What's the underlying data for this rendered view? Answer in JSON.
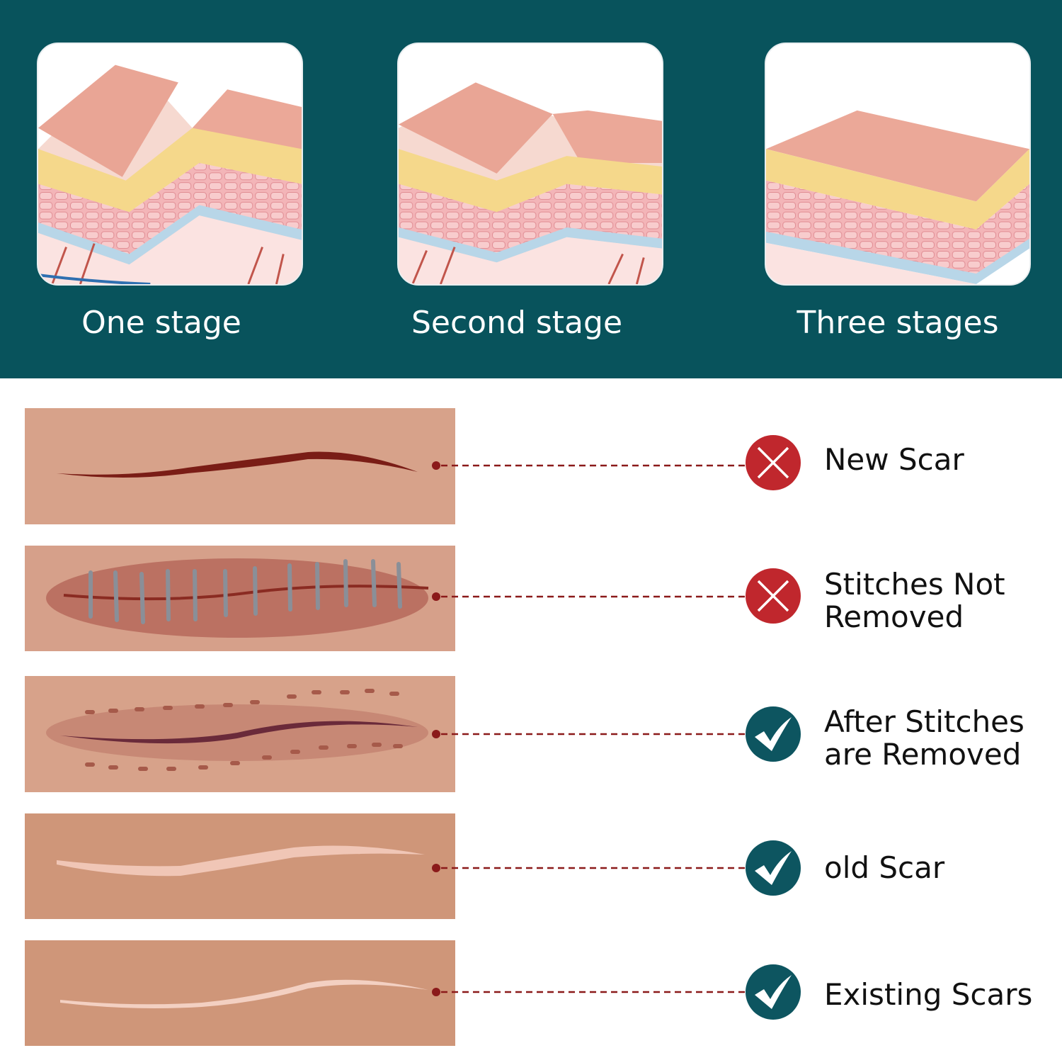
{
  "colors": {
    "band": "#08535c",
    "cross_badge": "#c0272d",
    "check_badge": "#0d5560",
    "connector": "#8b1a1a",
    "skin": "#d5a088"
  },
  "stages": [
    {
      "label": "One stage"
    },
    {
      "label": "Second stage"
    },
    {
      "label": "Three stages"
    }
  ],
  "scars": [
    {
      "label": "New Scar",
      "status": "cross-icon"
    },
    {
      "label": "Stitches Not Removed",
      "status": "cross-icon"
    },
    {
      "label": "After Stitches are Removed",
      "status": "check-icon"
    },
    {
      "label": "old Scar",
      "status": "check-icon"
    },
    {
      "label": "Existing Scars",
      "status": "check-icon"
    }
  ]
}
